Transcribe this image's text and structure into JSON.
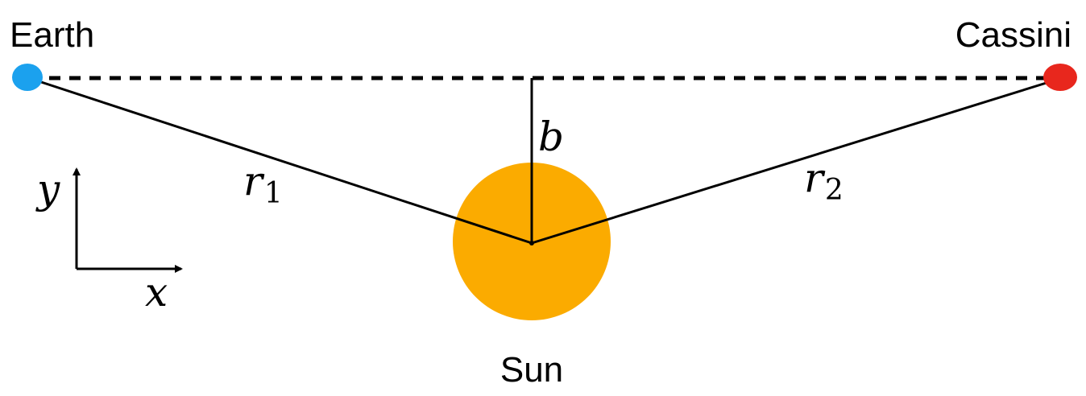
{
  "labels": {
    "earth": "Earth",
    "cassini": "Cassini",
    "sun": "Sun",
    "b": "b",
    "r1": "r",
    "r1_sub": "1",
    "r2": "r",
    "r2_sub": "2",
    "x_axis": "x",
    "y_axis": "y"
  },
  "colors": {
    "earth": "#1ba1ee",
    "cassini": "#e8271d",
    "sun": "#fbab00",
    "line": "#000000"
  }
}
